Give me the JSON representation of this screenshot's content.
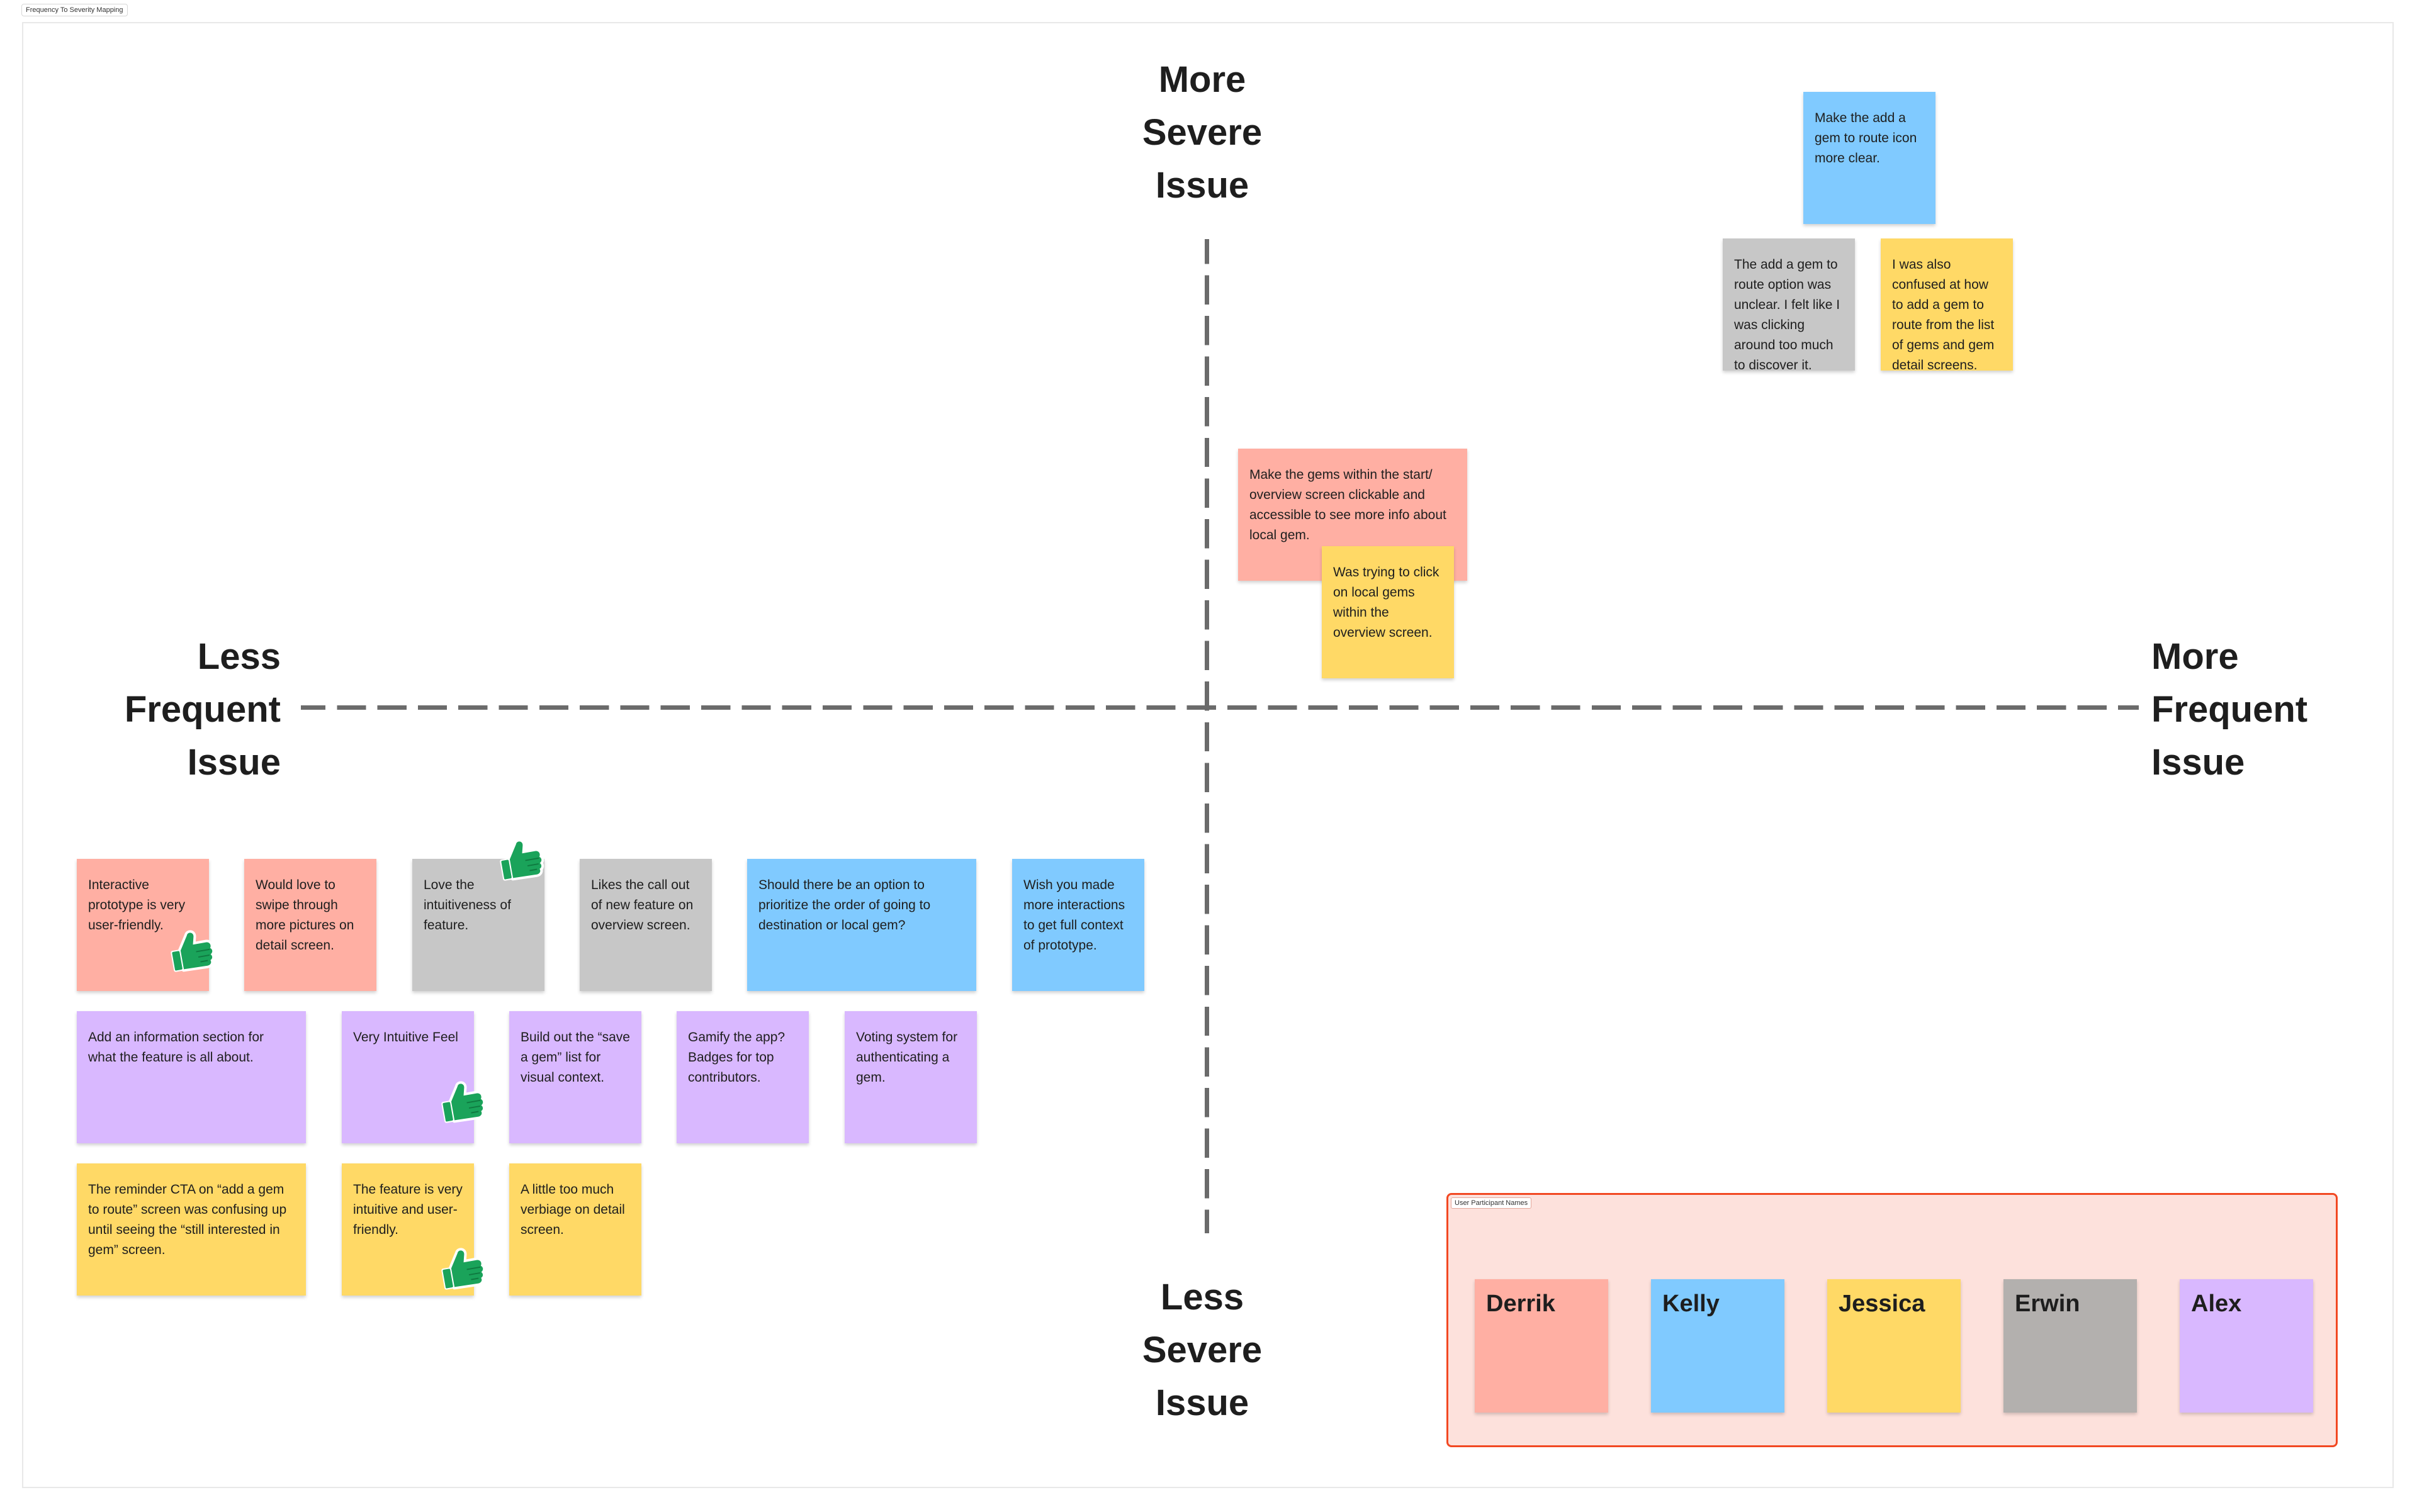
{
  "frame": {
    "title": "Frequency To Severity Mapping"
  },
  "axes": {
    "top": [
      "More",
      "Severe",
      "Issue"
    ],
    "bottom": [
      "Less",
      "Severe",
      "Issue"
    ],
    "left": [
      "Less",
      "Frequent",
      "Issue"
    ],
    "right": [
      "More",
      "Frequent",
      "Issue"
    ]
  },
  "stickies": [
    {
      "text": "Make the add a gem to route icon more clear.",
      "color": "blue"
    },
    {
      "text": "The add a gem to route option was unclear. I felt like I was clicking around too much to discover it.",
      "color": "gray"
    },
    {
      "text": "I was also confused at how to add a gem to route from the list of gems and gem detail screens.",
      "color": "yellow"
    },
    {
      "text": "Make the gems within the start/ overview screen clickable and accessible to see more info about local gem.",
      "color": "red"
    },
    {
      "text": "Was trying to click on local gems within the overview screen.",
      "color": "yellow"
    },
    {
      "text": "Interactive prototype is very user-friendly.",
      "color": "red"
    },
    {
      "text": "Would love to swipe through more pictures on detail screen.",
      "color": "red"
    },
    {
      "text": "Love the intuitiveness of feature.",
      "color": "gray"
    },
    {
      "text": "Likes the call out of new feature on overview screen.",
      "color": "gray"
    },
    {
      "text": "Should there be an option to prioritize the order of going to destination or local gem?",
      "color": "blue"
    },
    {
      "text": "Wish you made more interactions to get full context of prototype.",
      "color": "blue"
    },
    {
      "text": "Add an information section for what the feature is all about.",
      "color": "purple"
    },
    {
      "text": "Very Intuitive Feel",
      "color": "purple"
    },
    {
      "text": "Build out the “save a gem” list for visual context.",
      "color": "purple"
    },
    {
      "text": "Gamify the app? Badges for top contributors.",
      "color": "purple"
    },
    {
      "text": "Voting system for authenticating a gem.",
      "color": "purple"
    },
    {
      "text": "The reminder CTA on “add a gem to route” screen was confusing up until seeing the “still interested in gem” screen.",
      "color": "yellow"
    },
    {
      "text": "The feature is very intuitive and user-friendly.",
      "color": "yellow"
    },
    {
      "text": "A little too much verbiage on detail screen.",
      "color": "yellow"
    }
  ],
  "reactions": {
    "icon": "thumbs-up-icon",
    "color": "#1aa35a"
  },
  "participants": {
    "label": "User Participant Names",
    "names": [
      {
        "name": "Derrik",
        "color": "#ffafa3"
      },
      {
        "name": "Kelly",
        "color": "#80caff"
      },
      {
        "name": "Jessica",
        "color": "#ffd966"
      },
      {
        "name": "Erwin",
        "color": "#b3b0ae"
      },
      {
        "name": "Alex",
        "color": "#d9b8ff"
      }
    ]
  }
}
